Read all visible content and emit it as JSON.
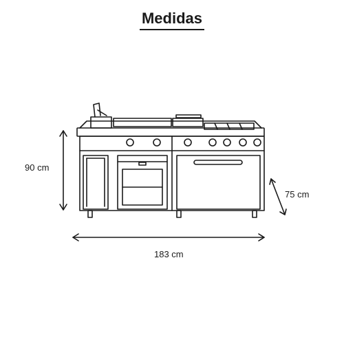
{
  "title": "Medidas",
  "dimensions": {
    "height": "90 cm",
    "depth": "75 cm",
    "width": "183 cm"
  },
  "colors": {
    "ink": "#1a1a1a",
    "background": "#ffffff"
  }
}
